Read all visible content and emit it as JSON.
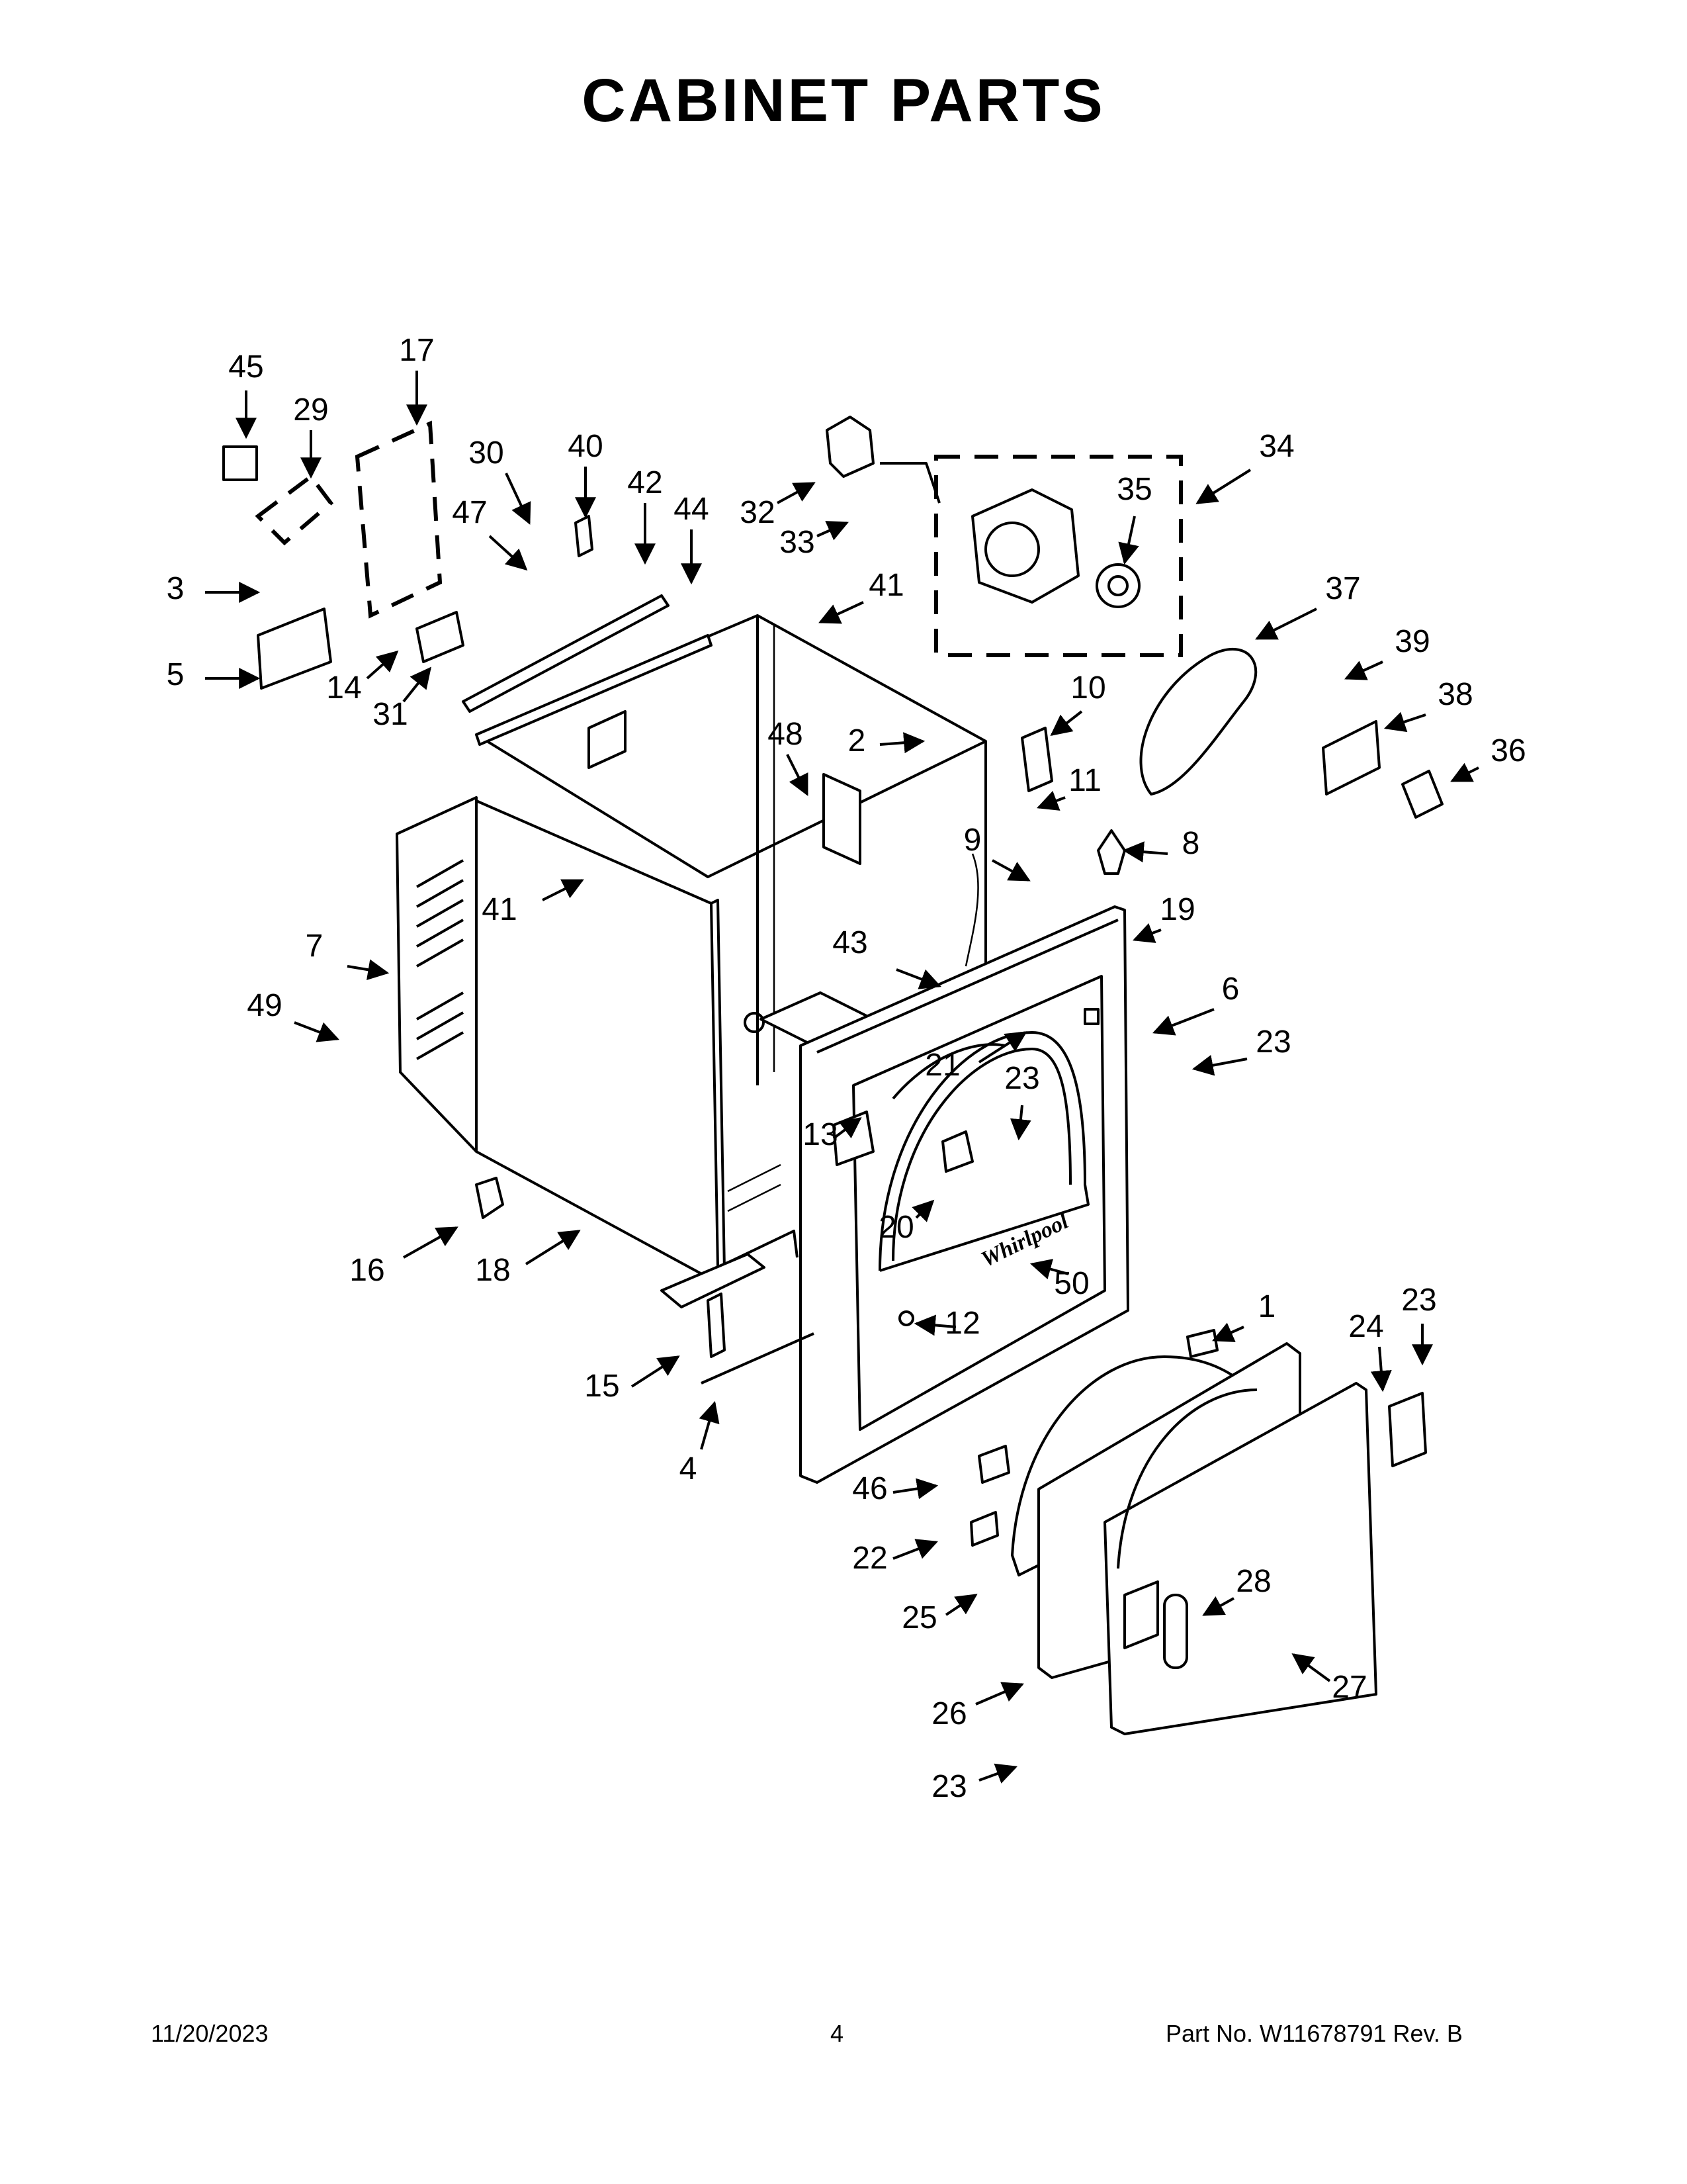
{
  "title": "CABINET PARTS",
  "brand_mark": "Whirlpool",
  "footer": {
    "date": "11/20/2023",
    "page": "4",
    "part_no": "Part No.  W11678791   Rev.  B"
  },
  "callouts": [
    "45",
    "29",
    "17",
    "30",
    "40",
    "42",
    "44",
    "47",
    "3",
    "5",
    "14",
    "31",
    "32",
    "33",
    "34",
    "35",
    "41",
    "37",
    "39",
    "10",
    "38",
    "36",
    "48",
    "2",
    "11",
    "9",
    "8",
    "19",
    "6",
    "23",
    "7",
    "49",
    "41",
    "43",
    "21",
    "23",
    "13",
    "20",
    "50",
    "12",
    "16",
    "18",
    "15",
    "4",
    "1",
    "23",
    "24",
    "46",
    "22",
    "25",
    "28",
    "27",
    "26",
    "23"
  ]
}
